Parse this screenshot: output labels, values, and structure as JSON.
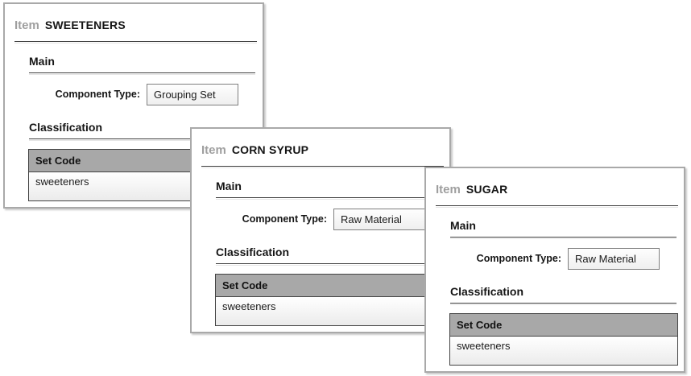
{
  "panels": [
    {
      "item_label": "Item",
      "item_name": "SWEETENERS",
      "sections": {
        "main": "Main",
        "classification": "Classification"
      },
      "component_type_label": "Component Type:",
      "component_type_value": "Grouping Set",
      "table": {
        "header": "Set Code",
        "rows": [
          "sweeteners"
        ]
      }
    },
    {
      "item_label": "Item",
      "item_name": "CORN SYRUP",
      "sections": {
        "main": "Main",
        "classification": "Classification"
      },
      "component_type_label": "Component Type:",
      "component_type_value": "Raw Material",
      "table": {
        "header": "Set Code",
        "rows": [
          "sweeteners"
        ]
      }
    },
    {
      "item_label": "Item",
      "item_name": "SUGAR",
      "sections": {
        "main": "Main",
        "classification": "Classification"
      },
      "component_type_label": "Component Type:",
      "component_type_value": "Raw Material",
      "table": {
        "header": "Set Code",
        "rows": [
          "sweeteners"
        ]
      }
    }
  ],
  "colors": {
    "panel_border": "#a9a9a9",
    "panel_shadow": "#c9c9c9",
    "item_label_gray": "#9f9f9f",
    "heading_text": "#151515",
    "rule_dark": "#3c3c3c",
    "table_header_bg": "#a8a8a8",
    "table_border": "#424242",
    "field_box_border": "#7f7f7f"
  }
}
